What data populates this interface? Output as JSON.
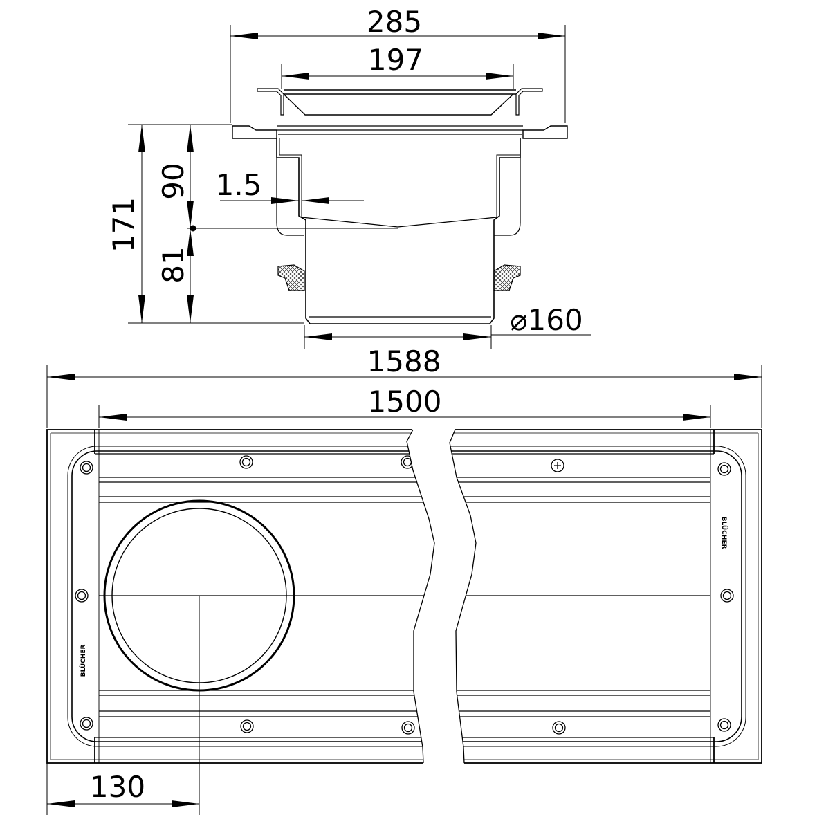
{
  "drawing": {
    "section_view": {
      "dimensions": {
        "flange_width": "285",
        "grate_width": "197",
        "total_height": "171",
        "upper_height": "90",
        "lower_height": "81",
        "wall_thickness": "1.5",
        "outlet_diameter": "⌀160"
      }
    },
    "plan_view": {
      "dimensions": {
        "overall_length": "1588",
        "channel_length": "1500",
        "outlet_offset": "130"
      },
      "brand_marks": [
        "BLÜCHER",
        "BLÜCHER"
      ]
    }
  }
}
